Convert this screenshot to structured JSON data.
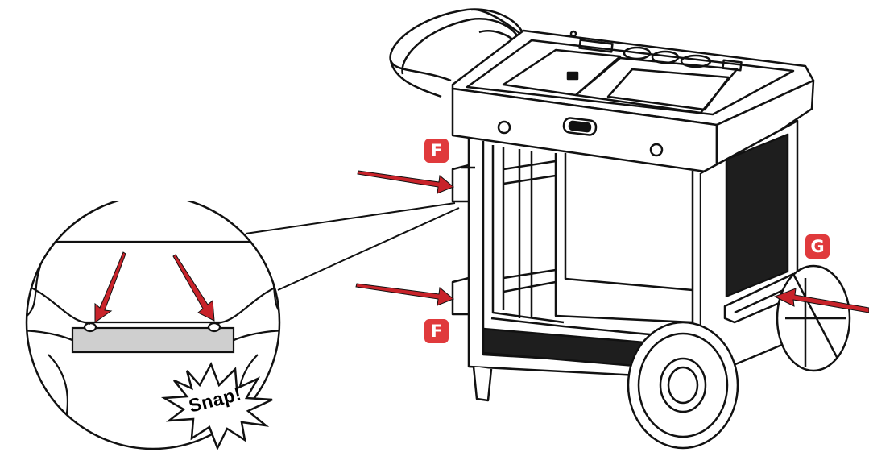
{
  "callouts": {
    "f_top": "F",
    "f_bottom": "F",
    "g": "G"
  },
  "detail": {
    "snap_label": "Snap!"
  },
  "colors": {
    "badge": "#e03a3c",
    "arrow": "#c8232a",
    "outline": "#111111",
    "panel_dark": "#1e1e1e",
    "bar_gray": "#cfcfcf"
  },
  "icons": {
    "cart": "bar-cart-illustration",
    "arrow": "red-pointer-arrow",
    "burst": "snap-starburst"
  }
}
